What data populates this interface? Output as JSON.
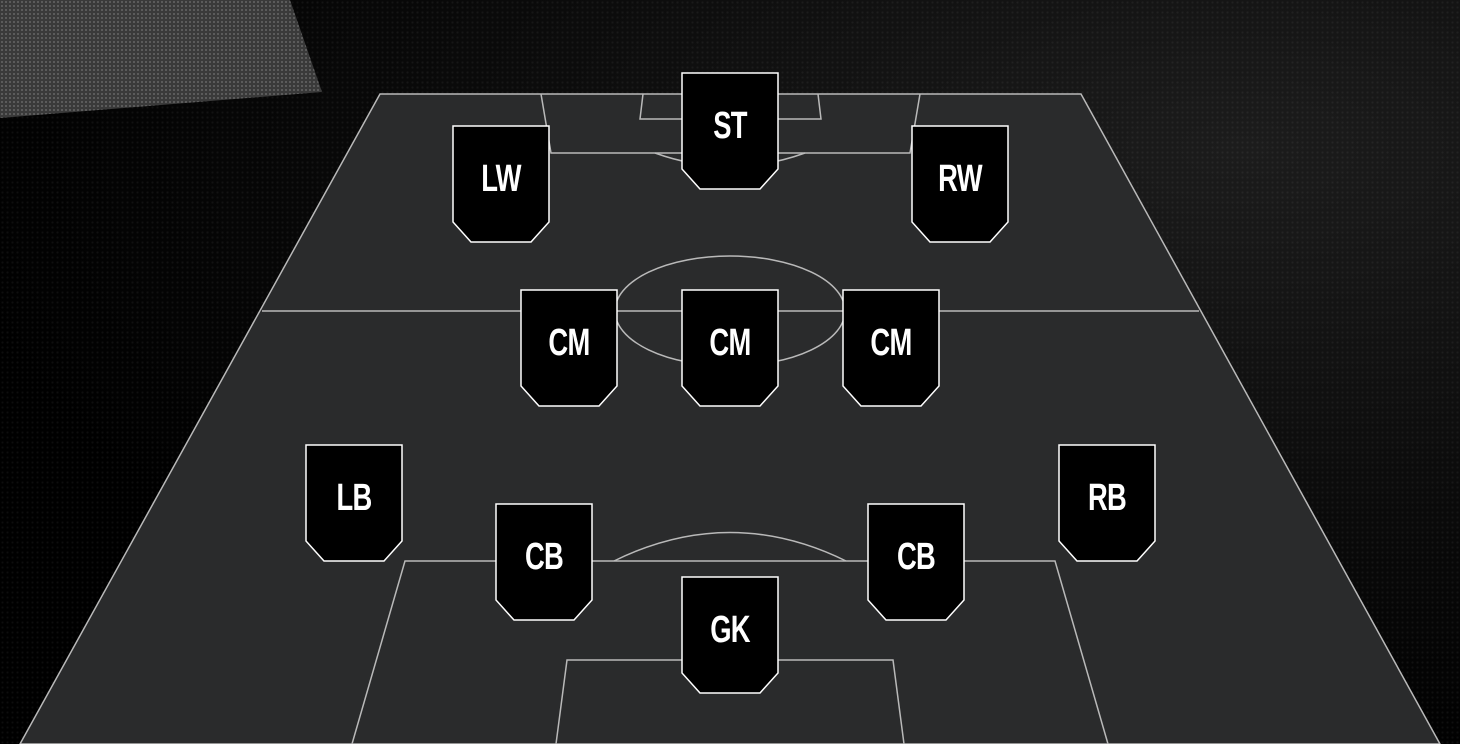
{
  "formation": {
    "players": [
      {
        "id": "st",
        "position": "ST"
      },
      {
        "id": "lw",
        "position": "LW"
      },
      {
        "id": "rw",
        "position": "RW"
      },
      {
        "id": "cm-left",
        "position": "CM"
      },
      {
        "id": "cm-center",
        "position": "CM"
      },
      {
        "id": "cm-right",
        "position": "CM"
      },
      {
        "id": "lb",
        "position": "LB"
      },
      {
        "id": "rb",
        "position": "RB"
      },
      {
        "id": "cb-left",
        "position": "CB"
      },
      {
        "id": "cb-right",
        "position": "CB"
      },
      {
        "id": "gk",
        "position": "GK"
      }
    ]
  },
  "colors": {
    "pitch": "#2a2b2c",
    "line": "#b9b9b9",
    "badge_fill": "#000000",
    "badge_stroke": "#ffffff",
    "text": "#ffffff"
  }
}
